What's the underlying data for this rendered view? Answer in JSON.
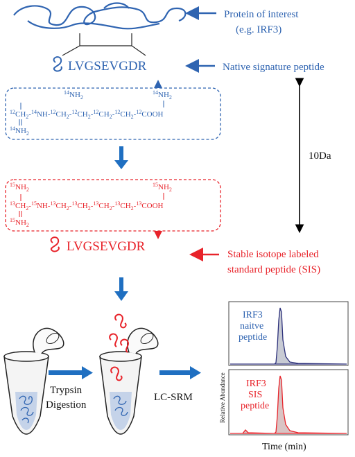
{
  "protein": {
    "label_line1": "Protein of interest",
    "label_line2": "(e.g. IRF3)"
  },
  "native_peptide": {
    "sequence": "LVGSEVGDR",
    "label": "Native signature peptide"
  },
  "native_structure": {
    "line_top_left": "14NH2",
    "line_top_right": "14NH2",
    "main_chain": "12CH2-14NH-12CH2-12CH2-12CH2-12CH2-12COOH",
    "bottom_left": "14NH2"
  },
  "mass_shift": "10Da",
  "sis_structure": {
    "line_top_left": "15NH2",
    "line_top_right": "15NH2",
    "main_chain": "13CH2-15NH-13CH2-13CH2-13CH2-13CH2-13COOH",
    "bottom_left": "15NH2"
  },
  "sis_peptide": {
    "sequence": "LVGSEVGDR",
    "label_line1": "Stable isotope labeled",
    "label_line2": "standard peptide (SIS)"
  },
  "workflow": {
    "step1_line1": "Trypsin",
    "step1_line2": "Digestion",
    "step2": "LC-SRM"
  },
  "chromatogram": {
    "top_label_line1": "IRF3",
    "top_label_line2": "naitve",
    "top_label_line3": "peptide",
    "bottom_label_line1": "IRF3",
    "bottom_label_line2": "SIS",
    "bottom_label_line3": "peptide",
    "ylabel": "Relative Abundance",
    "xlabel": "Time (min)"
  },
  "colors": {
    "native": "#2f64b1",
    "sis": "#e8232a",
    "arrow": "#1f6fc1",
    "black": "#000000"
  }
}
